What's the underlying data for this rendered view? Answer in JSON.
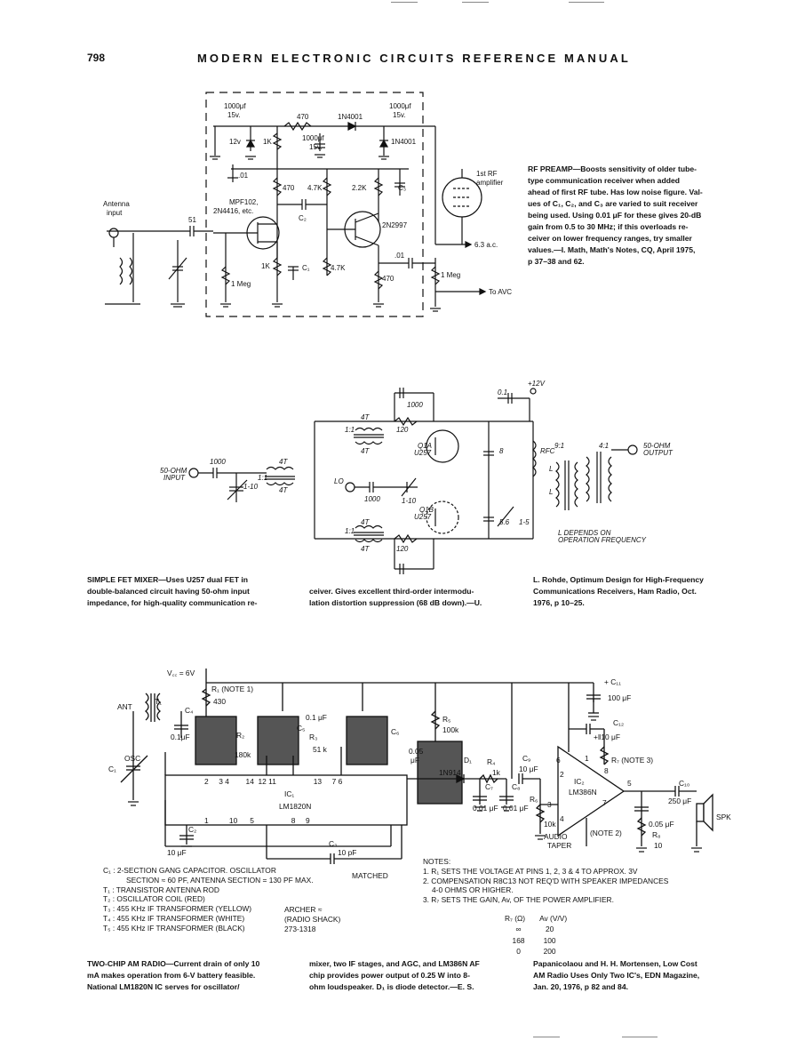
{
  "header": {
    "page_number": "798",
    "running_title": "MODERN ELECTRONIC CIRCUITS REFERENCE MANUAL"
  },
  "figure1": {
    "labels": {
      "c_top_left": "1000μf",
      "c_top_left_v": "15v.",
      "r470_top": "470",
      "diode_top": "1N4001",
      "c_top_right": "1000μf",
      "c_top_right_v": "15v.",
      "zener": "12v",
      "r1k_top": "1K",
      "c_mid": "1000μf",
      "c_mid_v": "15v.",
      "diode_right": "1N4001",
      "c01_left": ".01",
      "r470_a": "470",
      "r47k_a": "4.7K",
      "r22k": "2.2K",
      "c3": "C₃",
      "c2": "C₂",
      "fet": "MPF102,",
      "fet2": "2N4416, etc.",
      "bjt": "2N2997",
      "r51": "51",
      "antenna": "Antenna",
      "antenna2": "input",
      "r1k_src": "1K",
      "c1": "C₁",
      "r47k_b": "4.7K",
      "c01_right": ".01",
      "r470_b": "470",
      "r1meg_a": "1 Meg",
      "r1meg_b": "1 Meg",
      "tube": "1st RF",
      "tube2": "amplifier",
      "heater": "6.3 a.c.",
      "avc": "To AVC"
    },
    "caption_title": "RF PREAMP",
    "caption_lines": [
      "RF PREAMP—Boosts sensitivity of older tube-",
      "type communication receiver when added",
      "ahead of first RF tube. Has low noise figure. Val-",
      "ues of C₁, C₂, and C₃ are varied to suit receiver",
      "being used. Using 0.01 μF for these gives 20-dB",
      "gain from 0.5 to 30 MHz; if this overloads re-",
      "ceiver on lower frequency ranges, try smaller",
      "values.—I. Math, Math's Notes, CQ, April 1975,",
      "p 37–38 and 62."
    ]
  },
  "figure2": {
    "labels": {
      "c1000_top": "1000",
      "vcc": "+12V",
      "c01": "0.1",
      "t4_top": "4T",
      "ratio11_top": "1:1",
      "t4_top_b": "4T",
      "r120_top": "120",
      "q1a": "Q1A",
      "q1a2": "U257",
      "c8": "8",
      "rfc": "RFC",
      "ratio91": "9:1",
      "ratio41": "4:1",
      "out": "50-OHM",
      "out2": "OUTPUT",
      "in": "50-OHM",
      "in2": "INPUT",
      "c1000_in": "1000",
      "t4_in": "4T",
      "ratio11_in": "1:1",
      "t4_in_b": "4T",
      "trim_in": "1-10",
      "lo": "LO",
      "c1000_lo": "1000",
      "trim_lo": "1-10",
      "l1": "L",
      "l2": "L",
      "q1b": "Q1B",
      "q1b2": "U257",
      "t4_bot": "4T",
      "ratio11_bot": "1:1",
      "t4_bot_b": "4T",
      "r120_bot": "120",
      "c56": "5.6",
      "trim_out": "1-5",
      "ldep": "L DEPENDS ON",
      "ldep2": "OPERATION FREQUENCY"
    },
    "caption_col1": [
      "SIMPLE FET MIXER—Uses U257 dual FET in",
      "double-balanced circuit having 50-ohm input",
      "impedance, for high-quality communication re-"
    ],
    "caption_col2": [
      "ceiver. Gives excellent third-order intermodu-",
      "lation distortion suppression (68 dB down).—U."
    ],
    "caption_col3": [
      "L. Rohde, Optimum Design for High-Frequency",
      "Communications Receivers, Ham Radio, Oct.",
      "1976, p 10–25."
    ]
  },
  "figure3": {
    "labels": {
      "vcc": "V꜀꜀ = 6V",
      "r1": "R₁ (NOTE 1)",
      "r1v": "430",
      "ant": "ANT",
      "t1": "T₁",
      "c4": "C₄",
      "c01a": "0.1μF",
      "r2": "R₂",
      "r2v": "180k",
      "c01b": "0.1 μF",
      "c5": "C₅",
      "r3": "R₃",
      "r3v": "51 k",
      "c6": "C₆",
      "c005": "0.05",
      "c005u": "μF",
      "r5": "R₅",
      "r5v": "100k",
      "c11": "+ C₁₁",
      "c11v": "100 μF",
      "c12": "C₁₂",
      "c12v": "+‖10 μF",
      "r7": "R₇ (NOTE 3)",
      "osc": "OSC",
      "c1": "C₁",
      "d1": "D₁",
      "d1v": "1N914",
      "r4": "R₄",
      "r4v": "1k",
      "c9": "C₉",
      "c9v": "10 μF",
      "pin6": "6",
      "pin1": "1",
      "pin8": "8",
      "pin2": "2",
      "pin3": "3",
      "pin4": "4",
      "pin7": "7",
      "pin5": "5",
      "ic2": "IC₂",
      "ic2v": "LM386N",
      "c7": "C₇",
      "c8": "C₈",
      "c7v": "0.01 μF",
      "c8v": "0.01 μF",
      "r6": "R₆",
      "r6v": "10k",
      "audio": "AUDIO",
      "taper": "TAPER",
      "note2": "(NOTE 2)",
      "c10": "C₁₀",
      "c10v": "250 μF",
      "c005b": "0.05 μF",
      "r8": "R₈",
      "r8v": "10",
      "spk": "SPK",
      "ic1": "IC₁",
      "ic1v": "LM1820N",
      "ic1_top_pins": "2     3 4        14  12 11                  13     7 6",
      "ic1_bot_pins": "1          10      5                  8     9",
      "c2": "C₂",
      "c2v": "10 μF",
      "c3": "C₃",
      "c3v": "10 pF"
    },
    "parts_list": [
      "C₁ : 2-SECTION GANG CAPACITOR. OSCILLATOR",
      "SECTION ≈ 60 PF, ANTENNA SECTION = 130 PF MAX.",
      "T₁ : TRANSISTOR ANTENNA ROD",
      "T₂ : OSCILLATOR COIL (RED)",
      "T₃ : 455 KHz IF TRANSFORMER (YELLOW)",
      "T₄ : 455 KHz IF TRANSFORMER (WHITE)",
      "T₅ : 455 KHz IF TRANSFORMER (BLACK)"
    ],
    "matched": "MATCHED",
    "archer": [
      "ARCHER ≈",
      "(RADIO SHACK)",
      "273-1318"
    ],
    "notes_title": "NOTES:",
    "notes": [
      "1. R₁ SETS THE VOLTAGE AT PINS 1, 2, 3 & 4 TO APPROX. 3V",
      "2. COMPENSATION R8C13 NOT REQ'D WITH SPEAKER IMPEDANCES",
      "4-0 OHMS OR HIGHER.",
      "3. R₇ SETS THE GAIN, Av, OF THE POWER AMPLIFIER."
    ],
    "gain_table": {
      "headers": [
        "R₇ (Ω)",
        "Av (V/V)"
      ],
      "rows": [
        [
          "∞",
          "20"
        ],
        [
          "168",
          "100"
        ],
        [
          "0",
          "200"
        ]
      ]
    },
    "caption_col1": [
      "TWO-CHIP AM RADIO—Current drain of only 10",
      "mA makes operation from 6-V battery feasible.",
      "National LM1820N IC serves for oscillator/"
    ],
    "caption_col2": [
      "mixer, two IF stages, and AGC, and LM386N AF",
      "chip provides power output of 0.25 W into 8-",
      "ohm loudspeaker. D₁ is diode detector.—E. S."
    ],
    "caption_col3": [
      "Papanicolaou and H. H. Mortensen, Low Cost",
      "AM Radio Uses Only Two IC's, EDN Magazine,",
      "Jan. 20, 1976, p 82 and 84."
    ]
  }
}
